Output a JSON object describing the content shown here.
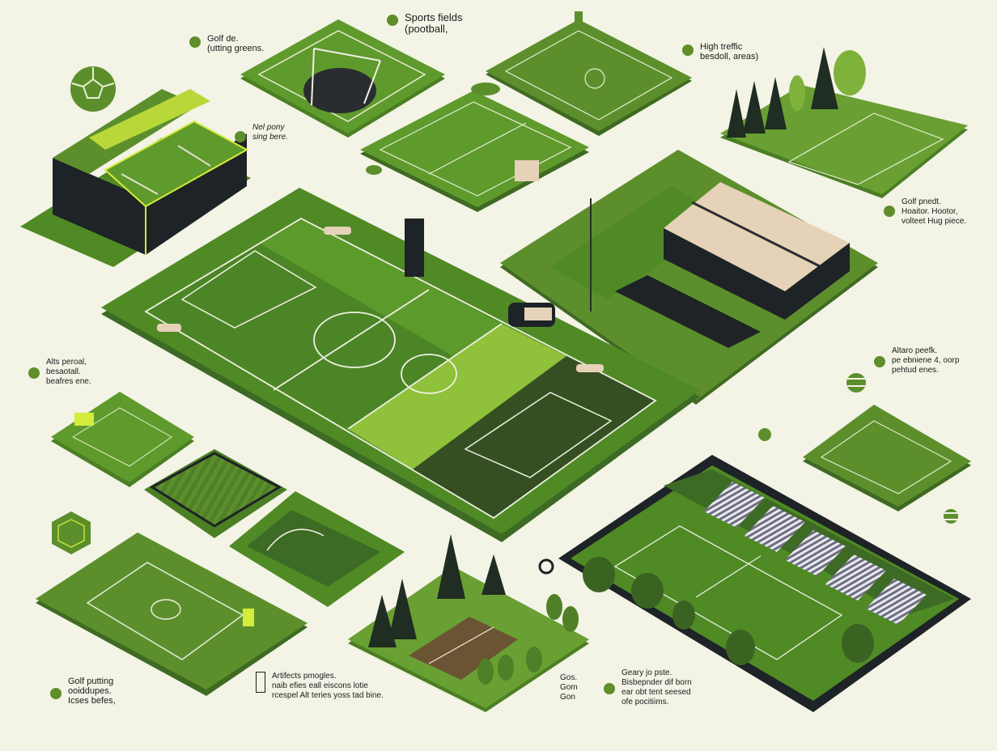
{
  "illustration": {
    "title": "Isometric sports fields infographic",
    "palette": {
      "background": "#f3f3e6",
      "grass_dark": "#3f6a22",
      "grass_mid": "#5c8f2c",
      "grass_light": "#8fc13a",
      "grass_lime": "#c6e23a",
      "building_dark": "#1d2326",
      "roof_beige": "#e6d2b8",
      "line_white": "#f4f4ea",
      "dot": "#5f8e2a"
    }
  },
  "labels": {
    "golf_top": {
      "lines": [
        "Golf de.",
        "(utting greens."
      ]
    },
    "sports_fields": {
      "lines": [
        "Sports fields",
        "(pootball,"
      ]
    },
    "high_traffic": {
      "lines": [
        "High treffic",
        "besdoll, areas)"
      ]
    },
    "nel_pony": {
      "lines": [
        "Nel pony",
        "sing bere."
      ]
    },
    "golf_right": {
      "lines": [
        "Golf pnedt.",
        "Hoaitor. Hootor,",
        "volteet Hug piece."
      ]
    },
    "altaro": {
      "lines": [
        "Altaro peefk.",
        "pe ebniene 4, oorp",
        "pehtud enes."
      ]
    },
    "alts_left": {
      "lines": [
        "Alts peroal,",
        "besaotall.",
        "beafres ene."
      ]
    },
    "golf_putting": {
      "lines": [
        "Golf putting",
        "ooiddupes.",
        "Icses befes,"
      ]
    },
    "artifects": {
      "lines": [
        "Artifects pmogles.",
        "naib efies eall eiscons lotie",
        "rcespel Alt teries yoss tad bine."
      ]
    },
    "gos": {
      "lines": [
        "Gos.",
        "Gom",
        "Gon"
      ]
    },
    "geary": {
      "lines": [
        "Geary jo pste.",
        "Bisbepnder dif born",
        "ear obt tent seesed",
        "ofe pocitiims."
      ]
    }
  },
  "icons": [
    "soccer-ball-icon",
    "hexagon-badge-icon",
    "striped-ball-icon",
    "tire-ring-icon",
    "lamp-post-icon"
  ]
}
